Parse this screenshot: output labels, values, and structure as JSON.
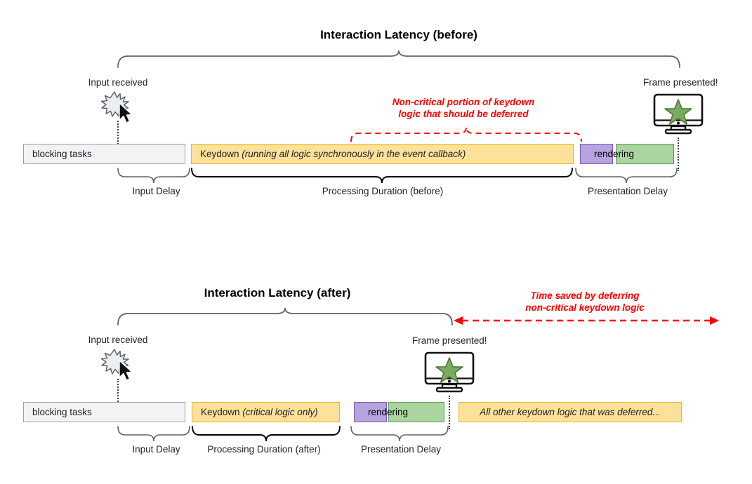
{
  "figure": {
    "background": "#ffffff",
    "accent_red": "#ff0000",
    "bar_yellow_fill": "#fce19a",
    "bar_yellow_border": "#f0b323",
    "bar_gray_fill": "#f1f3f4",
    "bar_gray_border": "#9aa0a6",
    "bar_purple_fill": "#b7a3dd",
    "bar_purple_border": "#7a5cb7",
    "bar_green_fill": "#abd5a0",
    "bar_green_border": "#5d9e50",
    "brace_gray": "#5f6368",
    "brace_black": "#000000",
    "star_green": "#6aa84f"
  },
  "before": {
    "title": "Interaction Latency (before)",
    "input_label": "Input received",
    "frame_label": "Frame presented!",
    "red_note_line1": "Non-critical portion of keydown",
    "red_note_line2": "logic that should be deferred",
    "bars": {
      "blocking": "blocking tasks",
      "keydown_plain": "Keydown ",
      "keydown_italic": "(running all logic synchronously in the event callback)",
      "rendering": "rendering"
    },
    "measures": {
      "input_delay": "Input Delay",
      "processing": "Processing Duration (before)",
      "presentation": "Presentation Delay"
    },
    "icons": {
      "click_burst": "click-burst-icon",
      "cursor": "mouse-cursor-icon",
      "monitor": "monitor-icon",
      "star": "star-icon"
    }
  },
  "after": {
    "title": "Interaction Latency (after)",
    "input_label": "Input received",
    "frame_label": "Frame presented!",
    "red_note_line1": "Time saved by deferring",
    "red_note_line2": "non-critical keydown logic",
    "bars": {
      "blocking": "blocking tasks",
      "keydown_plain": "Keydown ",
      "keydown_italic": "(critical logic only)",
      "rendering": "rendering",
      "deferred": "All other keydown logic that was deferred..."
    },
    "measures": {
      "input_delay": "Input Delay",
      "processing": "Processing Duration (after)",
      "presentation": "Presentation Delay"
    },
    "icons": {
      "click_burst": "click-burst-icon",
      "cursor": "mouse-cursor-icon",
      "monitor": "monitor-icon",
      "star": "star-icon",
      "time_saved_arrow": "double-headed-arrow-icon"
    }
  }
}
